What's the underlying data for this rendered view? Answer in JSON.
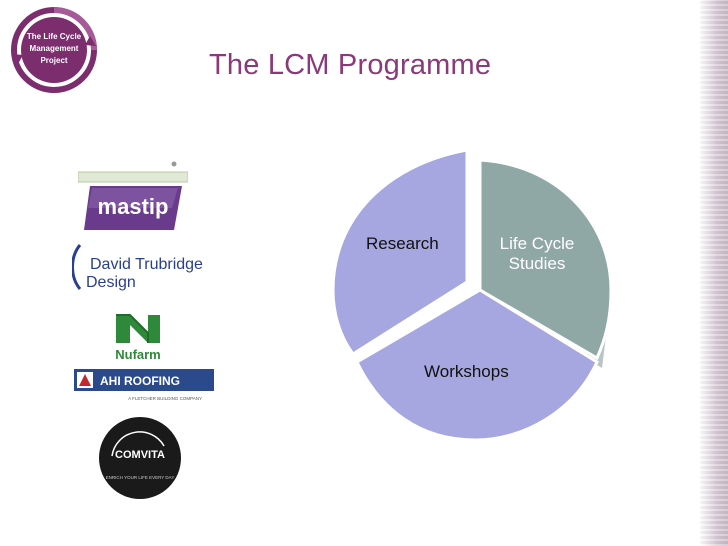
{
  "slide": {
    "title": "The LCM Programme"
  },
  "logo": {
    "line1": "The Life Cycle",
    "line2": "Management",
    "line3": "Project",
    "color": "#7b2d6e"
  },
  "sponsors": {
    "mastip": "mastip",
    "trubridge_line1": "David Trubridge",
    "trubridge_line2": "Design",
    "nufarm": "Nufarm",
    "ahi": "AHI ROOFING",
    "ahi_tagline": "A FLETCHER BUILDING COMPANY",
    "comvita": "COMVITA",
    "comvita_tagline": "ENRICH YOUR LIFE EVERY DAY"
  },
  "diagram": {
    "segments": [
      {
        "label": "Life Cycle Studies",
        "color": "#8fa8a6"
      },
      {
        "label": "Workshops",
        "color": "#a6a6e0"
      },
      {
        "label": "Research",
        "color": "#a6a6e0"
      }
    ],
    "life_cycle_line1": "Life Cycle",
    "life_cycle_line2": "Studies",
    "workshops": "Workshops",
    "research": "Research"
  }
}
